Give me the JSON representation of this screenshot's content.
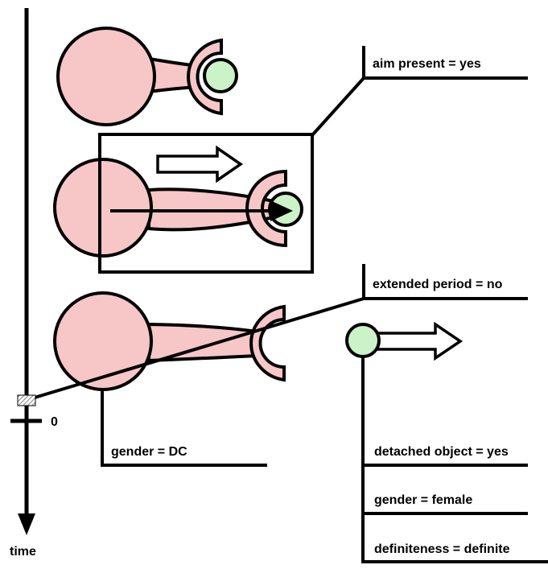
{
  "colors": {
    "body": "#f7c6c6",
    "goal": "#ccf2c8",
    "stroke": "#000000",
    "hatch": "#888888"
  },
  "axis": {
    "time_label": "time",
    "zero_label": "0"
  },
  "labels": {
    "aim_present": "aim present = yes",
    "extended_period": "extended period = no",
    "gender_dc": "gender = DC",
    "detached_object": "detached object = yes",
    "gender_female": "gender = female",
    "definiteness": "definiteness = definite"
  },
  "icons": [
    "arrow-outline-icon",
    "arrow-outline-icon"
  ]
}
